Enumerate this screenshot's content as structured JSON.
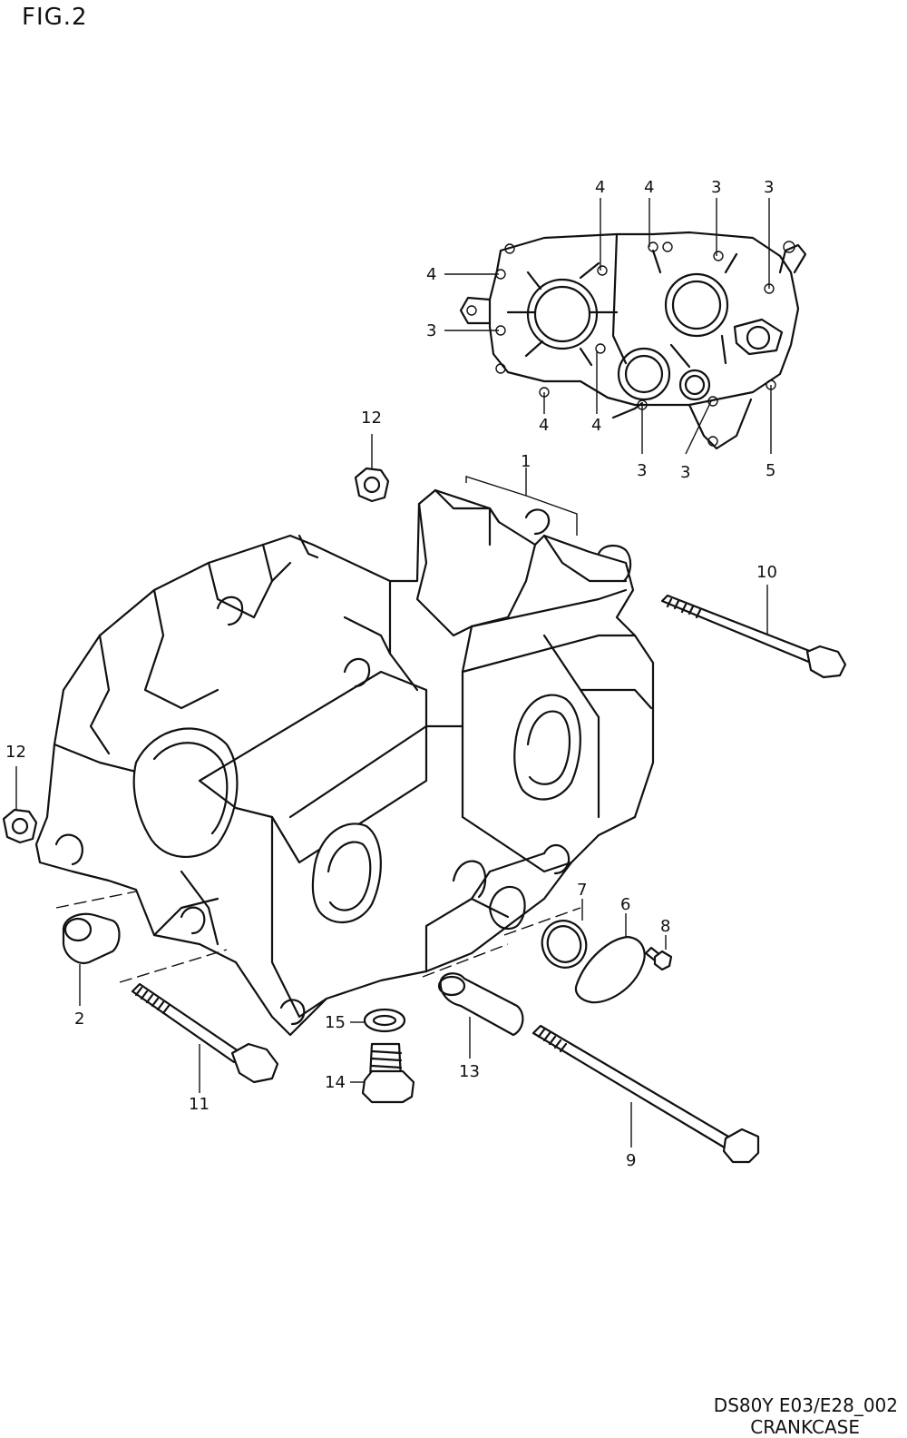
{
  "figure": {
    "title": "FIG.2"
  },
  "footer": {
    "code": "DS80Y E03/E28_002",
    "name": "CRANKCASE"
  },
  "callouts": [
    {
      "id": "c1",
      "text": "1"
    },
    {
      "id": "c2",
      "text": "2"
    },
    {
      "id": "c6",
      "text": "6"
    },
    {
      "id": "c7",
      "text": "7"
    },
    {
      "id": "c8",
      "text": "8"
    },
    {
      "id": "c9",
      "text": "9"
    },
    {
      "id": "c10",
      "text": "10"
    },
    {
      "id": "c11",
      "text": "11"
    },
    {
      "id": "c12a",
      "text": "12"
    },
    {
      "id": "c12b",
      "text": "12"
    },
    {
      "id": "c13",
      "text": "13"
    },
    {
      "id": "c14",
      "text": "14"
    },
    {
      "id": "c15",
      "text": "15"
    },
    {
      "id": "i4a",
      "text": "4"
    },
    {
      "id": "i4b",
      "text": "4"
    },
    {
      "id": "i3a",
      "text": "3"
    },
    {
      "id": "i3b",
      "text": "3"
    },
    {
      "id": "i4c",
      "text": "4"
    },
    {
      "id": "i3c",
      "text": "3"
    },
    {
      "id": "i4d",
      "text": "4"
    },
    {
      "id": "i4e",
      "text": "4"
    },
    {
      "id": "i3d",
      "text": "3"
    },
    {
      "id": "i3e",
      "text": "3"
    },
    {
      "id": "i5",
      "text": "5"
    }
  ]
}
